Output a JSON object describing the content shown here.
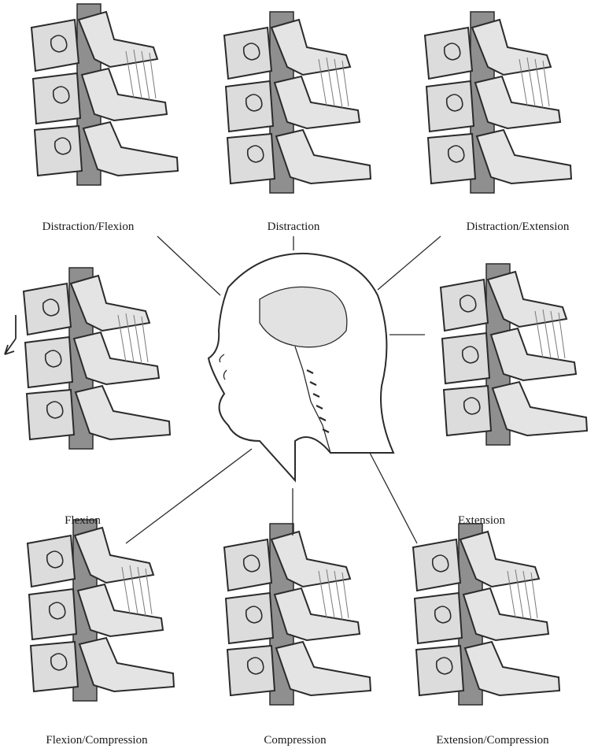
{
  "labels": {
    "distraction_flexion": "Distraction/Flexion",
    "distraction": "Distraction",
    "distraction_extension": "Distraction/Extension",
    "flexion": "Flexion",
    "extension": "Extension",
    "flexion_compression": "Flexion/Compression",
    "compression": "Compression",
    "extension_compression": "Extension/Compression"
  },
  "colors": {
    "ink": "#2b2b2b",
    "bone_fill": "#dcdcdc",
    "cord_fill": "#8a8a8a",
    "ligament": "#7a7a7a",
    "paper": "#ffffff"
  }
}
